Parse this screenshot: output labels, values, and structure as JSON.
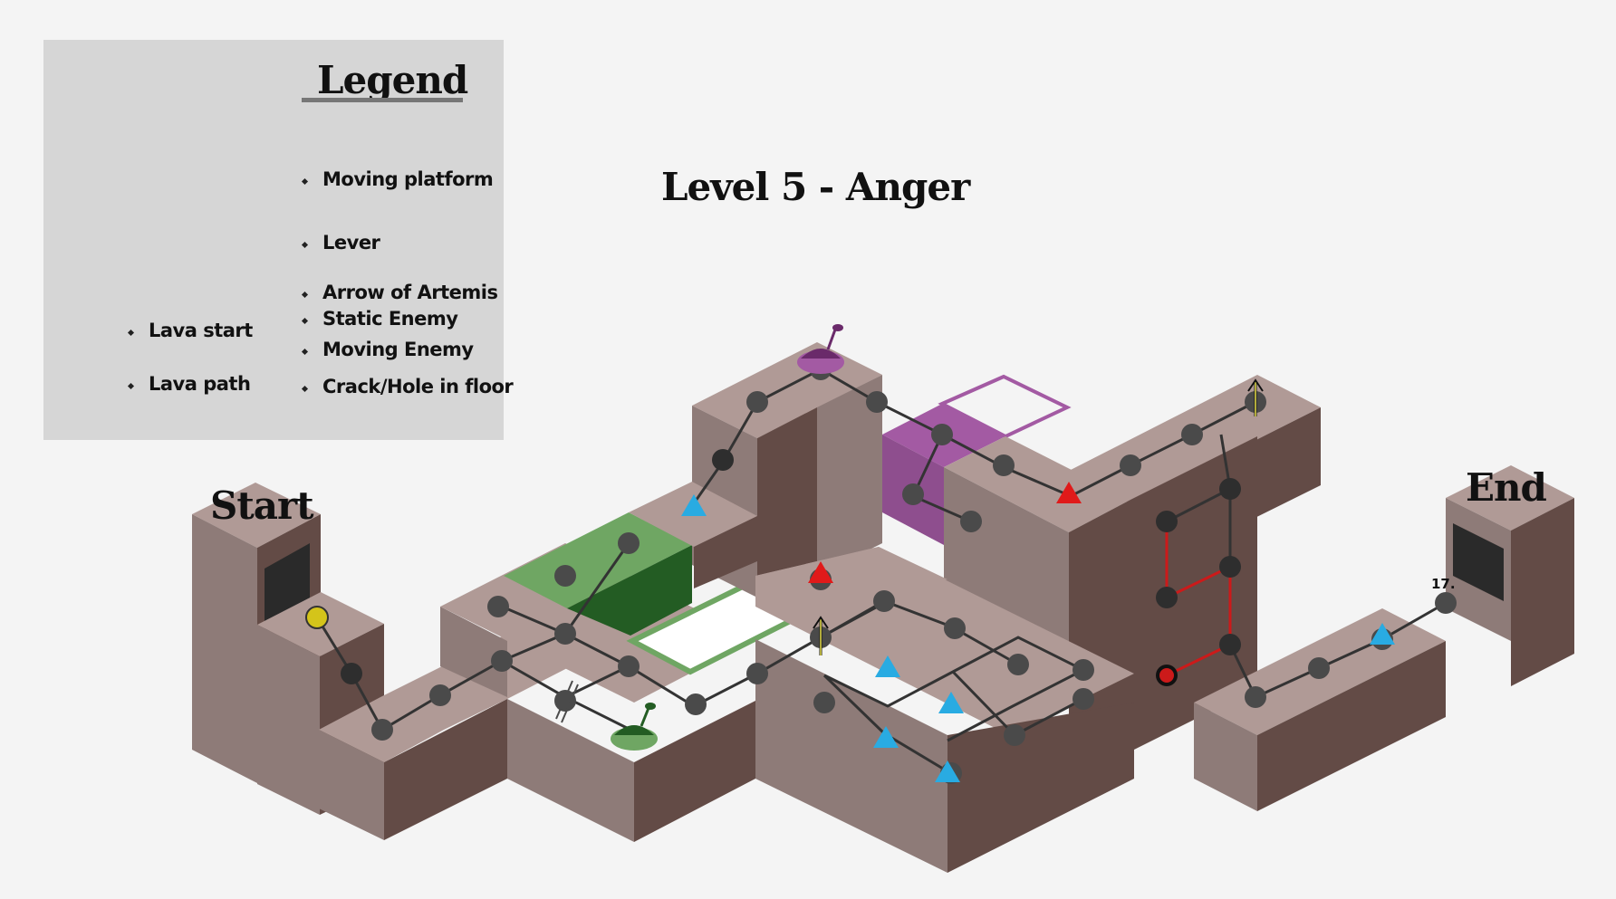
{
  "title": "Level 5 - Anger",
  "labels": {
    "start": "Start",
    "end": "End",
    "node_number": "17."
  },
  "legend": {
    "title": "Legend",
    "items": [
      {
        "label": "Moving platform",
        "icon": "moving-platform-icon"
      },
      {
        "label": "Lever",
        "icon": "lever-icon"
      },
      {
        "label": "Arrow of Artemis",
        "icon": "arrow-icon"
      },
      {
        "label": "Static Enemy",
        "icon": "static-enemy-icon"
      },
      {
        "label": "Moving Enemy",
        "icon": "moving-enemy-icon"
      },
      {
        "label": "Crack/Hole in floor",
        "icon": "crack-icon"
      },
      {
        "label": "Lava start",
        "icon": "lava-start-icon"
      },
      {
        "label": "Lava path",
        "icon": "lava-path-icon"
      }
    ]
  },
  "colors": {
    "background": "#f4f4f4",
    "legend_bg": "#d6d6d6",
    "block_top": "#b09a96",
    "block_left": "#8e7b78",
    "block_right": "#634b46",
    "node": "#4a4a4a",
    "node_dark": "#2e2e2e",
    "platform_green_top": "#6fa663",
    "platform_green_side": "#235c23",
    "platform_purple": "#a35aa3",
    "static_enemy": "#29abe2",
    "moving_enemy": "#e01a1a",
    "arrow": "#e8e04a",
    "lava": "#cc1a1a",
    "start_node": "#d4c41a"
  }
}
